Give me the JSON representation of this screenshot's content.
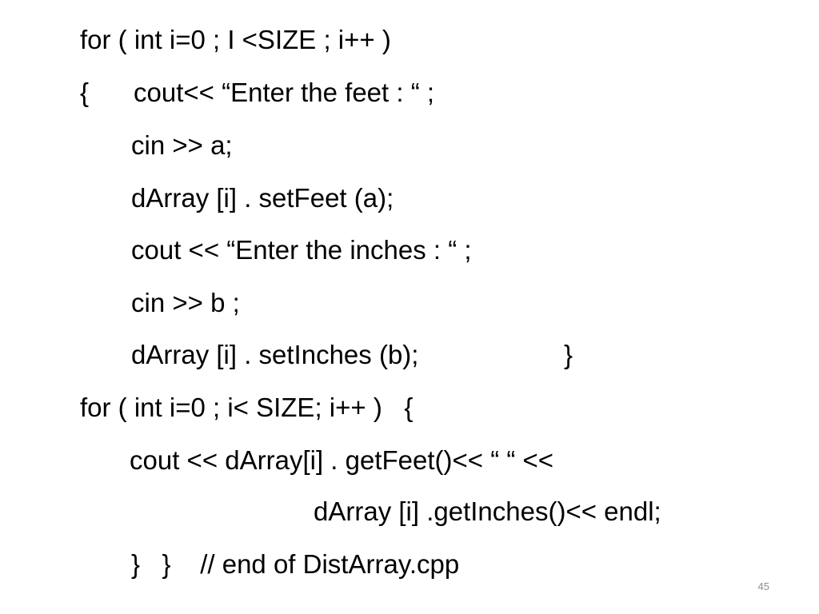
{
  "slide": {
    "lines": {
      "line1": "for ( int i=0 ; I <SIZE ; i++ )",
      "line2_brace": "{",
      "line2_code": "cout<< “Enter the feet : “ ;",
      "line3": "cin >> a;",
      "line4": "dArray [i] . setFeet (a);",
      "line5": "cout << “Enter the inches : “ ;",
      "line6": "cin >> b ;",
      "line7_code": "dArray [i] . setInches (b);",
      "line7_close": "}",
      "line8": "for ( int i=0 ; i< SIZE; i++ )   {",
      "line9": "cout << dArray[i] . getFeet()<< “ “ <<",
      "line10": "dArray [i] .getInches()<< endl;",
      "line11": "}   }    // end of DistArray.cpp"
    },
    "page_number": "45"
  }
}
